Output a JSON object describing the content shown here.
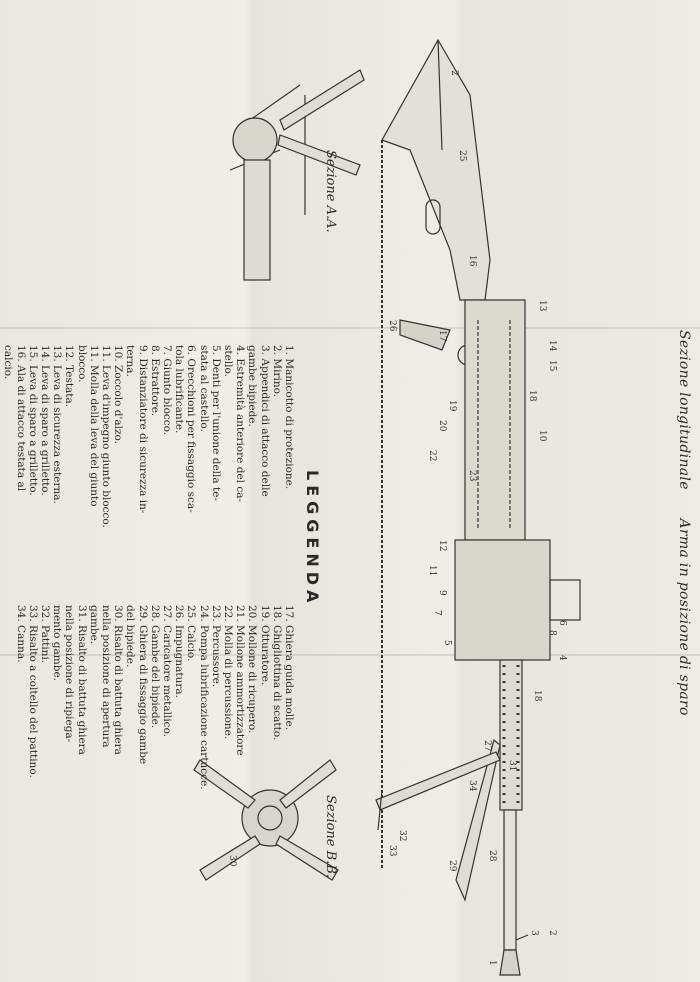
{
  "title": {
    "left": "Sezione longitudinale",
    "right": "Arma in posizione di sparo"
  },
  "section_aa": "Sezione A.A.",
  "section_bb": "Sezione B.B.",
  "legend": {
    "heading": "LEGGENDA",
    "col1": [
      "1. Manicotto di protezione.",
      "2. Mirino.",
      "3. Appendici di attacco delle",
      "gambe bipiede.",
      "4. Estremità anteriore del ca-",
      "stello.",
      "5. Denti per l'unione della te-",
      "stata al castello.",
      "6. Orecchioni per fissaggio sca-",
      "tola lubrificante.",
      "7. Giunto blocco.",
      "8. Estrattore.",
      "9. Distanziatore di sicurezza in-",
      "terna.",
      "10. Zoccolo d'alzo.",
      "11. Leva d'impegno giunto blocco.",
      "11. Molla della leva del giunto",
      "blocco.",
      "12. Testata.",
      "13. Leva di sicurezza esterna.",
      "14. Leva di sparo a grilletto.",
      "15. Leva di sparo a grilletto.",
      "16. Ala di attacco testata al",
      "calcio."
    ],
    "col2": [
      "17. Ghiera guida molle.",
      "18. Ghigliottina di scatto.",
      "19. Otturatore.",
      "20. Mollone di ricupero.",
      "21. Mollone ammortizzatore",
      "22. Molla di percussione.",
      "23. Percussore.",
      "24. Pompa lubrificazione cartucce.",
      "25. Calcio.",
      "26. Impugnatura.",
      "27. Caricatore metallico.",
      "28. Gambe del bipiede.",
      "29. Ghiera di fissaggio gambe",
      "del bipiede.",
      "30. Risalto di battuta ghiera",
      "nella posizione di apertura",
      "gambe.",
      "31. Risalto di battuta ghiera",
      "nella posizione di ripiega-",
      "mento gambe.",
      "32. Pattini.",
      "33. Risalto a coltello del pattino.",
      "34. Canna."
    ]
  },
  "callouts": {
    "gun": [
      "2",
      "25",
      "16",
      "13",
      "14",
      "15",
      "18",
      "10",
      "23",
      "26",
      "17",
      "19",
      "20",
      "22",
      "12",
      "11",
      "9",
      "7",
      "6",
      "8",
      "4",
      "5",
      "18",
      "27",
      "31",
      "3",
      "1",
      "2",
      "34",
      "29",
      "28",
      "32",
      "33"
    ],
    "section_bb": [
      "30"
    ]
  }
}
